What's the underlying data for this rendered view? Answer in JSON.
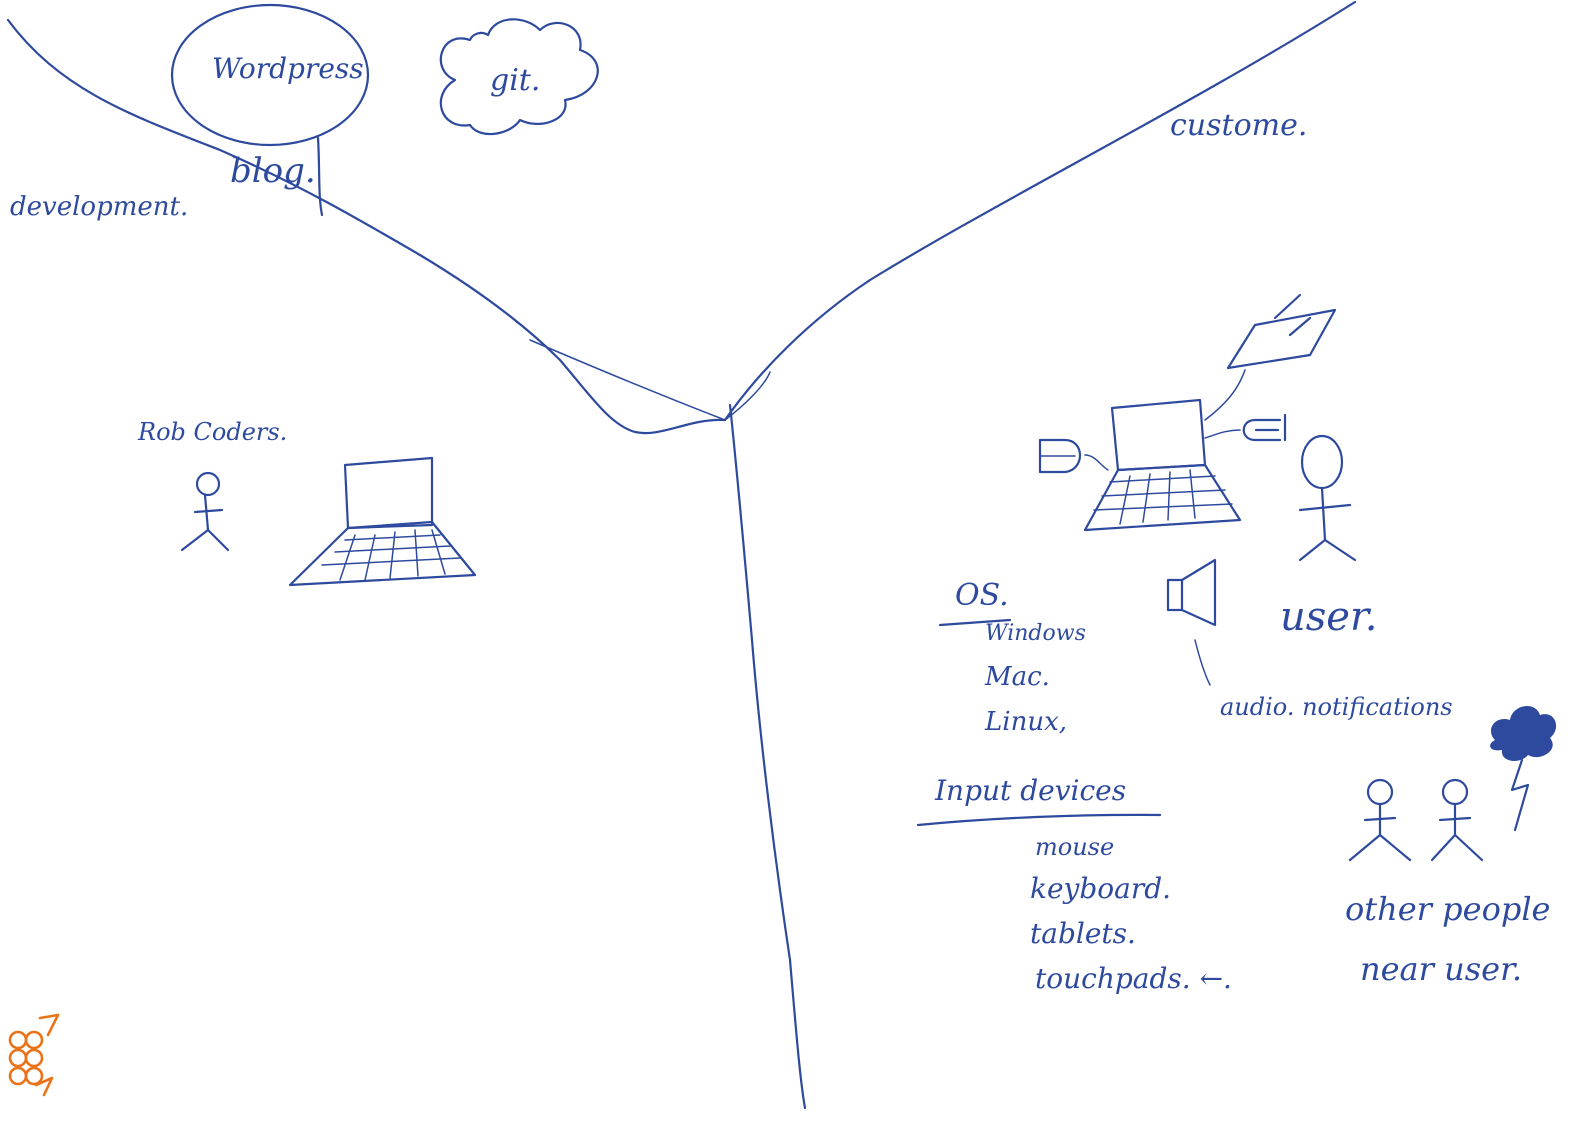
{
  "labels": {
    "wordpress": "Wordpress",
    "blog": "blog.",
    "git": "git.",
    "development": "development.",
    "customer": "custome.",
    "rob_coders": "Rob Coders.",
    "os_heading": "OS.",
    "os_items": [
      "Windows",
      "Mac.",
      "Linux,"
    ],
    "user": "user.",
    "audio_notifications": "audio. notifications",
    "input_devices_heading": "Input devices",
    "input_devices_items": [
      "mouse",
      "keyboard.",
      "tablets.",
      "touchpads. ←."
    ],
    "other_people": "other people",
    "near_user": "near user."
  },
  "colors": {
    "ink": "#2e4a9e",
    "logo": "#e8731a",
    "paper": "#ffffff"
  },
  "icons": {
    "developer_figure": "stick-figure-icon",
    "developer_laptop": "laptop-icon",
    "customer_laptop": "laptop-icon",
    "tablet": "tablet-icon",
    "mouse": "mouse-icon",
    "cable": "cable-icon",
    "speaker": "speaker-icon",
    "user_figure": "stick-figure-icon",
    "storm_cloud": "storm-cloud-icon",
    "logo": "logo-icon"
  }
}
